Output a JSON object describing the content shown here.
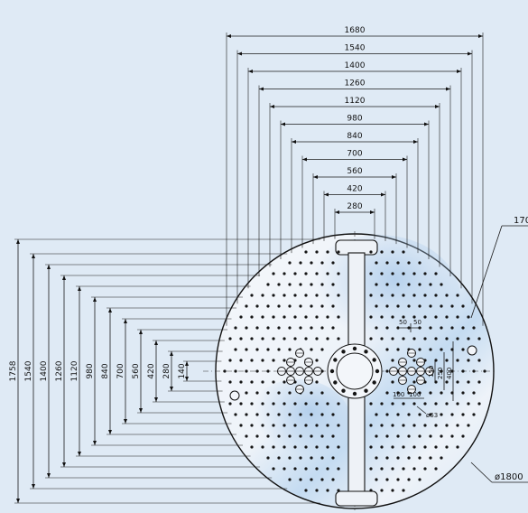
{
  "horizontal_dims": [
    "1680",
    "1540",
    "1400",
    "1260",
    "1120",
    "980",
    "840",
    "700",
    "560",
    "420",
    "280"
  ],
  "vertical_dims": [
    "1758",
    "1540",
    "1400",
    "1260",
    "1120",
    "980",
    "840",
    "700",
    "560",
    "420",
    "280",
    "140"
  ],
  "labels": {
    "r170": "170",
    "diameter": "ø1800",
    "d50a": "50",
    "d50b": "50",
    "d150": "150",
    "d250": "250",
    "d400": "400",
    "d100a": "100",
    "d100b": "100",
    "d63": "ø63"
  },
  "colors": {
    "background": "#dfeaf5",
    "table_fill": "#f2f6fb",
    "table_highlight": "#b9d3ee",
    "line": "#111111"
  }
}
